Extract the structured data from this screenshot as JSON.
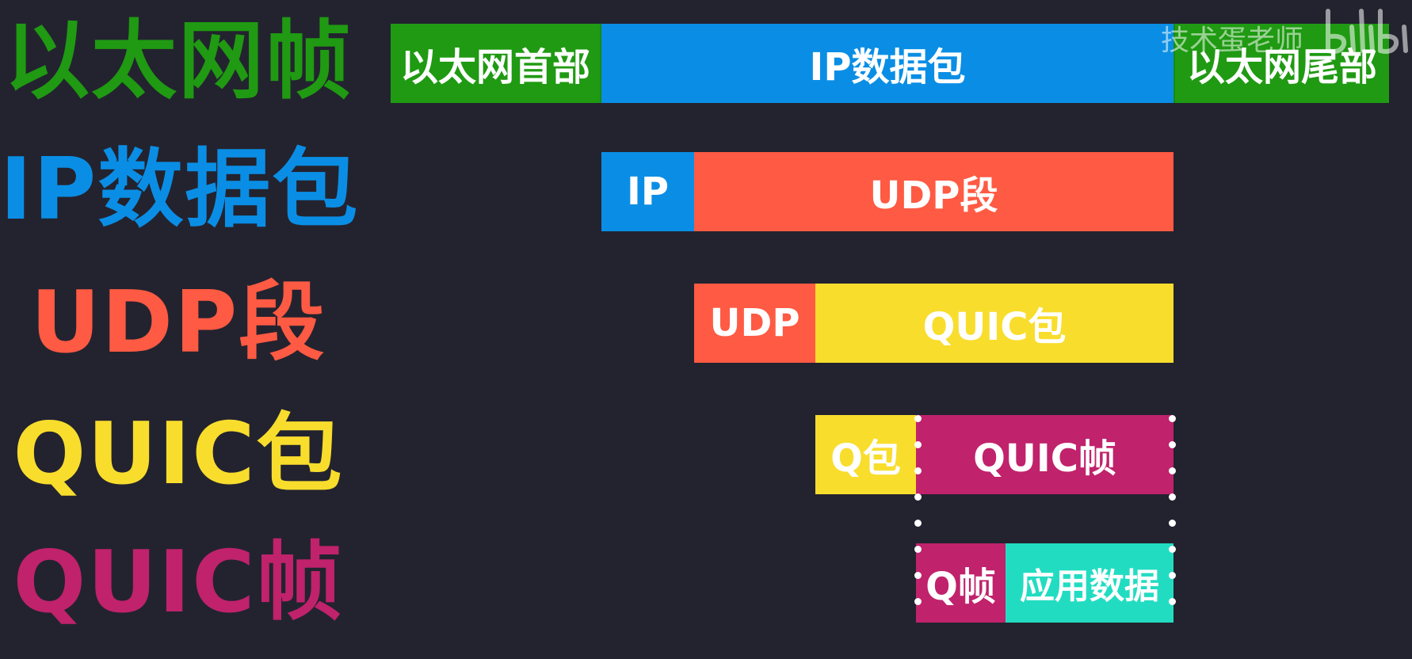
{
  "colors": {
    "background": "#23232f",
    "ethernet": "#1f9a12",
    "ip": "#0a8ee5",
    "udp": "#ff5a43",
    "quic_packet": "#f8dd2d",
    "quic_frame": "#c0226c",
    "app_data": "#22dcc2",
    "text": "#ffffff"
  },
  "labels": {
    "ethernet_frame": "以太网帧",
    "ip_packet": "IP数据包",
    "udp_segment": "UDP段",
    "quic_packet": "QUIC包",
    "quic_frame": "QUIC帧"
  },
  "rows": {
    "ethernet": {
      "header": "以太网首部",
      "payload": "IP数据包",
      "trailer": "以太网尾部"
    },
    "ip": {
      "header": "IP",
      "payload": "UDP段"
    },
    "udp": {
      "header": "UDP",
      "payload": "QUIC包"
    },
    "quic_packet": {
      "header": "Q包",
      "payload": "QUIC帧"
    },
    "quic_frame": {
      "header": "Q帧",
      "payload": "应用数据"
    }
  },
  "watermark": "技术蛋老师",
  "logo_icon": "bilibili-logo-icon"
}
